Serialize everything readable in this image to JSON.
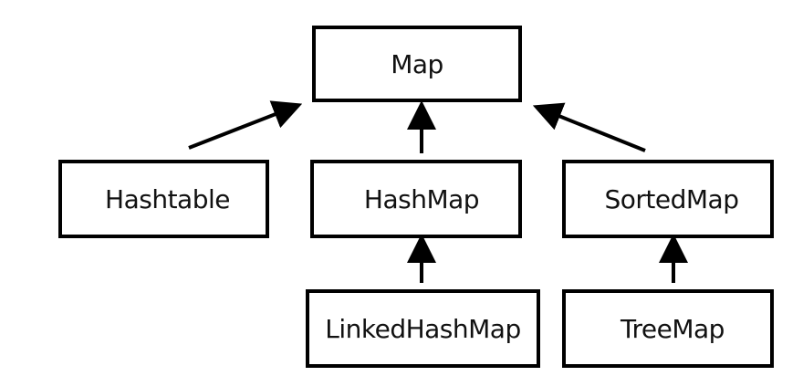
{
  "nodes": {
    "map": "Map",
    "hashtable": "Hashtable",
    "hashmap": "HashMap",
    "sortedmap": "SortedMap",
    "linkedhashmap": "LinkedHashMap",
    "treemap": "TreeMap"
  },
  "edges": [
    {
      "from": "Hashtable",
      "to": "Map"
    },
    {
      "from": "HashMap",
      "to": "Map"
    },
    {
      "from": "SortedMap",
      "to": "Map"
    },
    {
      "from": "LinkedHashMap",
      "to": "HashMap"
    },
    {
      "from": "TreeMap",
      "to": "SortedMap"
    }
  ],
  "colors": {
    "line": "#000000",
    "background": "#ffffff",
    "text": "#111111"
  }
}
